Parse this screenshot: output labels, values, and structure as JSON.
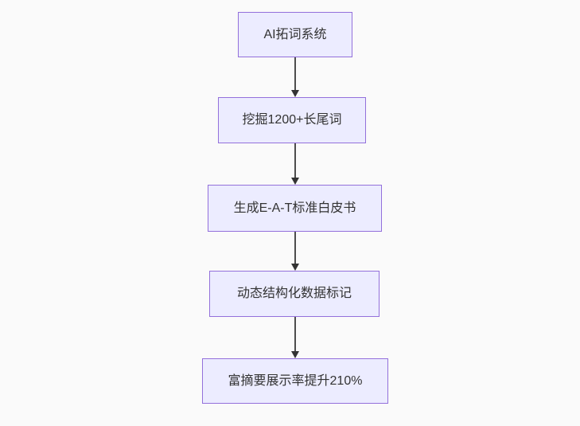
{
  "diagram": {
    "type": "flowchart-top-down",
    "colors": {
      "background": "#FAFAFA",
      "node_fill": "#ECECFF",
      "node_border": "#9370DB",
      "node_text": "#333333",
      "arrow_line": "#4D4D4D",
      "arrow_head": "#333333"
    },
    "nodes": [
      {
        "id": "step-1",
        "label": "AI拓词系统"
      },
      {
        "id": "step-2",
        "label": "挖掘1200+长尾词"
      },
      {
        "id": "step-3",
        "label": "生成E-A-T标准白皮书"
      },
      {
        "id": "step-4",
        "label": "动态结构化数据标记"
      },
      {
        "id": "step-5",
        "label": "富摘要展示率提升210%"
      }
    ],
    "edges": [
      {
        "from": "step-1",
        "to": "step-2"
      },
      {
        "from": "step-2",
        "to": "step-3"
      },
      {
        "from": "step-3",
        "to": "step-4"
      },
      {
        "from": "step-4",
        "to": "step-5"
      }
    ]
  }
}
